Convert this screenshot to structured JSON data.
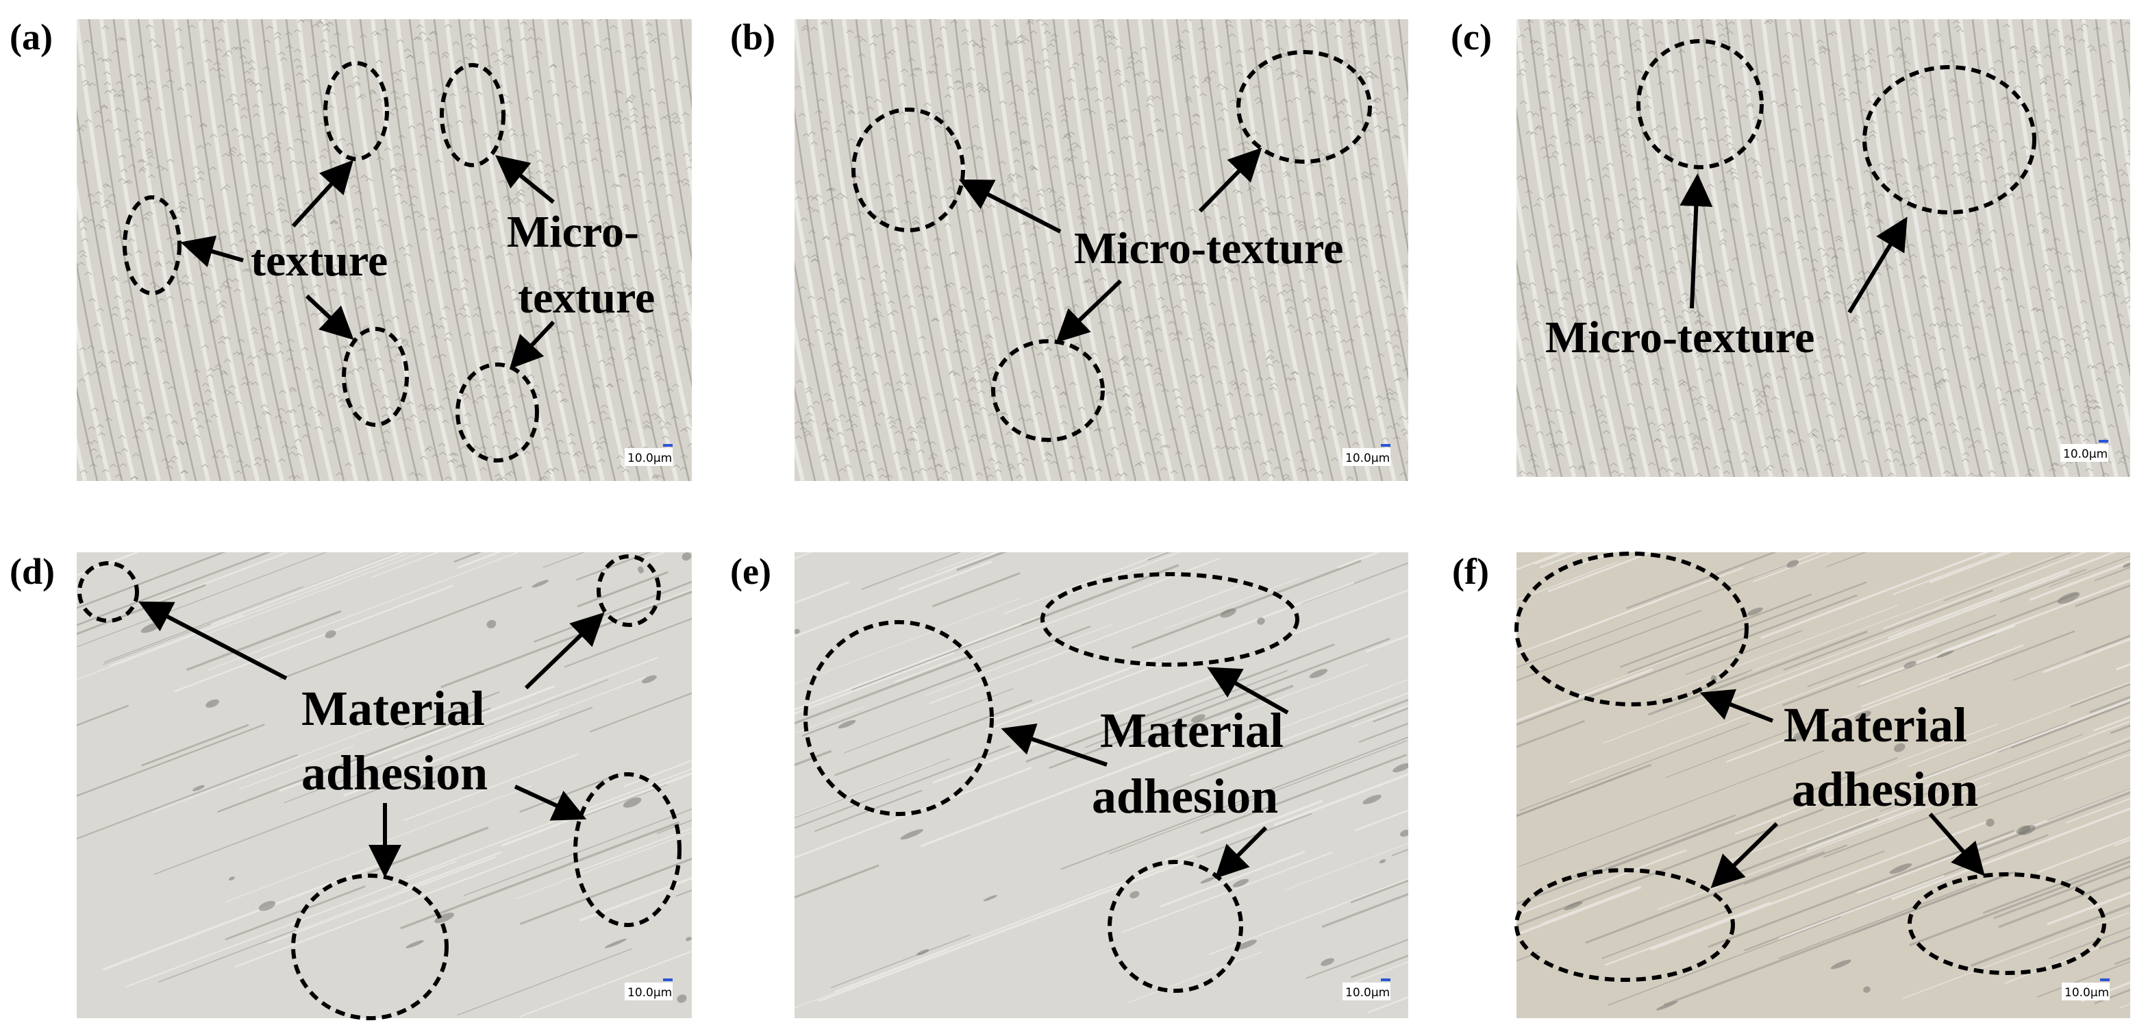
{
  "panels": [
    {
      "tag": "(a)",
      "scale_bar": "10.0μm",
      "surface": "textured",
      "labels": [
        "texture",
        "Micro-",
        "texture"
      ]
    },
    {
      "tag": "(b)",
      "scale_bar": "10.0μm",
      "surface": "textured",
      "labels": [
        "Micro-texture"
      ]
    },
    {
      "tag": "(c)",
      "scale_bar": "10.0μm",
      "surface": "textured",
      "labels": [
        "Micro-texture"
      ]
    },
    {
      "tag": "(d)",
      "scale_bar": "10.0μm",
      "surface": "worn",
      "labels": [
        "Material",
        "adhesion"
      ]
    },
    {
      "tag": "(e)",
      "scale_bar": "10.0μm",
      "surface": "worn",
      "labels": [
        "Material",
        "adhesion"
      ]
    },
    {
      "tag": "(f)",
      "scale_bar": "10.0μm",
      "surface": "worn",
      "labels": [
        "Material",
        "adhesion"
      ]
    }
  ],
  "colors": {
    "textured_base": "#d6d4cd",
    "worn_base": "#d9d8d3",
    "worn_base_f": "#d3cdc0",
    "annotation": "#000000",
    "scale_bar_accent": "#2a55d8"
  }
}
